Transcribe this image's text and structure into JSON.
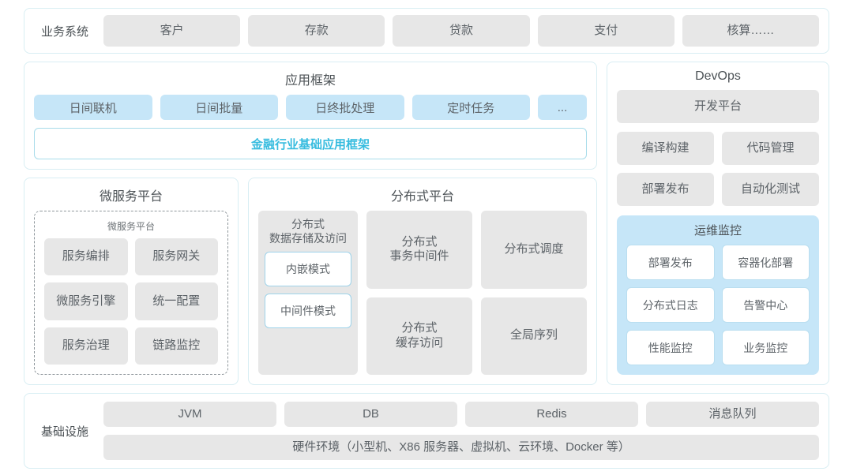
{
  "business": {
    "label": "业务系统",
    "items": [
      "客户",
      "存款",
      "贷款",
      "支付",
      "核算……"
    ]
  },
  "app_framework": {
    "title": "应用框架",
    "items": [
      "日间联机",
      "日间批量",
      "日终批处理",
      "定时任务",
      "..."
    ],
    "base_bar": "金融行业基础应用框架"
  },
  "microservice": {
    "title": "微服务平台",
    "inner_label": "微服务平台",
    "items": [
      "服务编排",
      "服务网关",
      "微服务引擎",
      "统一配置",
      "服务治理",
      "链路监控"
    ]
  },
  "distributed": {
    "title": "分布式平台",
    "storage": {
      "label": "分布式\n数据存储及访问",
      "label_line1": "分布式",
      "label_line2": "数据存储及访问",
      "modes": [
        "内嵌模式",
        "中间件模式"
      ]
    },
    "col2": [
      "分布式\n事务中间件",
      "分布式\n缓存访问"
    ],
    "col2_lines": [
      [
        "分布式",
        "事务中间件"
      ],
      [
        "分布式",
        "缓存访问"
      ]
    ],
    "col3": [
      "分布式调度",
      "全局序列"
    ]
  },
  "devops": {
    "title": "DevOps",
    "platform": "开发平台",
    "items": [
      "编译构建",
      "代码管理",
      "部署发布",
      "自动化测试"
    ],
    "ops": {
      "title": "运维监控",
      "items": [
        "部署发布",
        "容器化部署",
        "分布式日志",
        "告警中心",
        "性能监控",
        "业务监控"
      ]
    }
  },
  "infrastructure": {
    "label": "基础设施",
    "items": [
      "JVM",
      "DB",
      "Redis",
      "消息队列"
    ],
    "hardware": "硬件环境（小型机、X86 服务器、虚拟机、云环境、Docker 等）"
  },
  "colors": {
    "panel_border": "#d8eef3",
    "tile_gray": "#e7e7e7",
    "tile_blue": "#c6e6f8",
    "accent": "#37bcdf",
    "text": "#5d6368"
  }
}
